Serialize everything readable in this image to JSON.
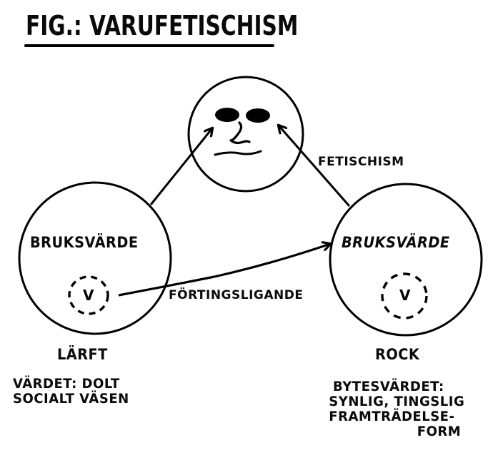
{
  "title": "FIG.: VARUFETISCHISM",
  "nodes": {
    "face": {
      "label": "",
      "kind": "face-icon"
    },
    "left": {
      "label": "BRUKSVÄRDE",
      "inner": "V",
      "caption": "LÄRFT",
      "note": [
        "VÄRDET: DOLT",
        "SOCIALT VÄSEN"
      ]
    },
    "right": {
      "label": "BRUKSVÄRDE",
      "inner": "V",
      "caption": "ROCK",
      "note": [
        "BYTESVÄRDET:",
        "SYNLIG, TINGSLIG",
        "FRAMTRÄDELSE-",
        "FORM"
      ]
    }
  },
  "edges": {
    "left_to_face": {
      "label": ""
    },
    "right_to_face": {
      "label": "FETISCHISM"
    },
    "left_v_to_right": {
      "label": "FÖRTINGSLIGANDE"
    }
  }
}
